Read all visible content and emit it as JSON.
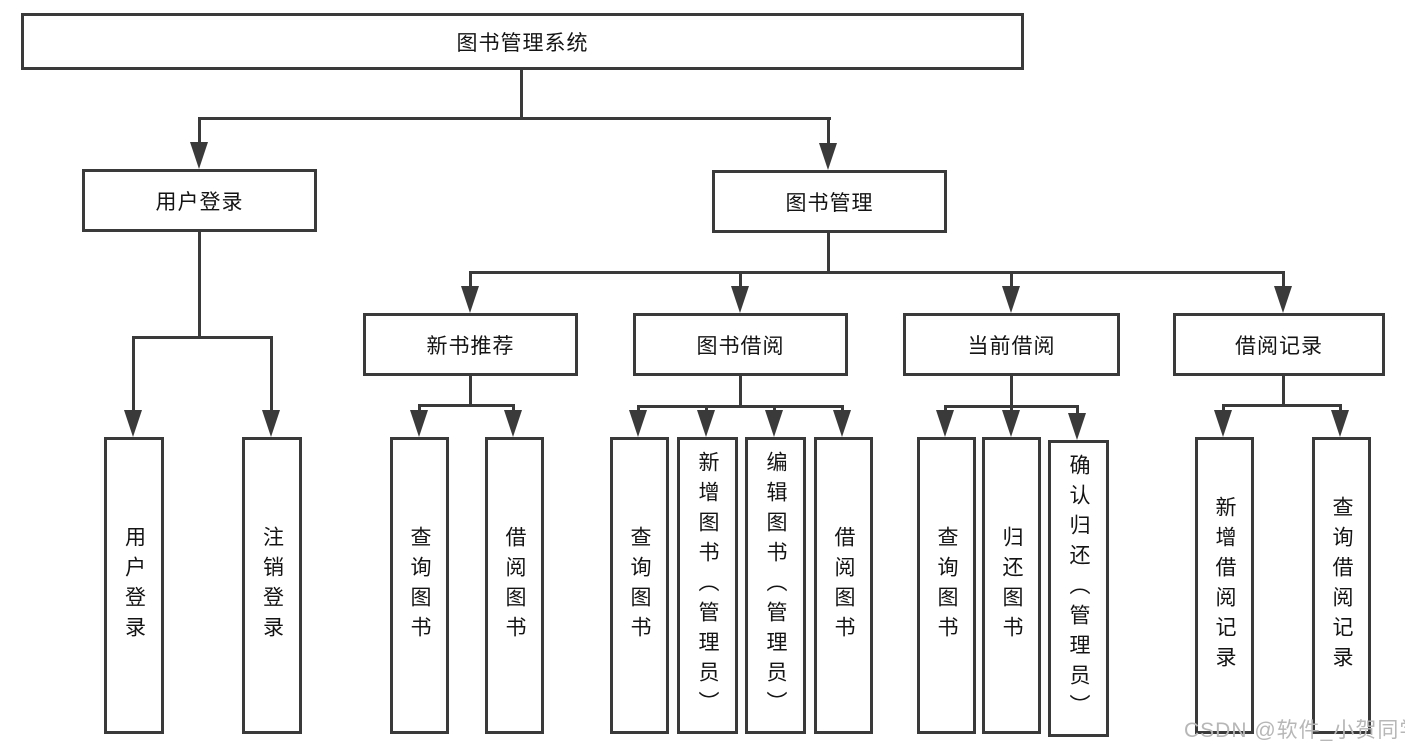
{
  "diagram": {
    "title": "图书管理系统",
    "colors": {
      "line": "#3a3a3a",
      "box_fill": "#ffffff",
      "text": "#141414",
      "watermark": "#b7b7b7"
    },
    "labels": {
      "root": "图书管理系统",
      "user_login": "用户登录",
      "book_mgmt": "图书管理",
      "new_book_rec": "新书推荐",
      "book_borrow": "图书借阅",
      "current_borrow": "当前借阅",
      "borrow_record": "借阅记录",
      "ul_user_login": "用户登录",
      "ul_logout": "注销登录",
      "nb_query_book": "查询图书",
      "nb_borrow_book": "借阅图书",
      "bb_query_book": "查询图书",
      "bb_add_book_admin": "新增图书（管理员）",
      "bb_edit_book_admin": "编辑图书（管理员）",
      "bb_borrow_book": "借阅图书",
      "cb_query_book": "查询图书",
      "cb_return_book": "归还图书",
      "cb_confirm_return_admin": "确认归还（管理员）",
      "br_add_record": "新增借阅记录",
      "br_query_record": "查询借阅记录"
    },
    "edges": [
      "图书管理系统→用户登录",
      "图书管理系统→图书管理",
      "用户登录→用户登录",
      "用户登录→注销登录",
      "图书管理→新书推荐",
      "图书管理→图书借阅",
      "图书管理→当前借阅",
      "图书管理→借阅记录",
      "新书推荐→查询图书",
      "新书推荐→借阅图书",
      "图书借阅→查询图书",
      "图书借阅→新增图书（管理员）",
      "图书借阅→编辑图书（管理员）",
      "图书借阅→借阅图书",
      "当前借阅→查询图书",
      "当前借阅→归还图书",
      "当前借阅→确认归还（管理员）",
      "借阅记录→新增借阅记录",
      "借阅记录→查询借阅记录"
    ]
  },
  "watermark": {
    "text": "CSDN @软件_小贺同学"
  }
}
